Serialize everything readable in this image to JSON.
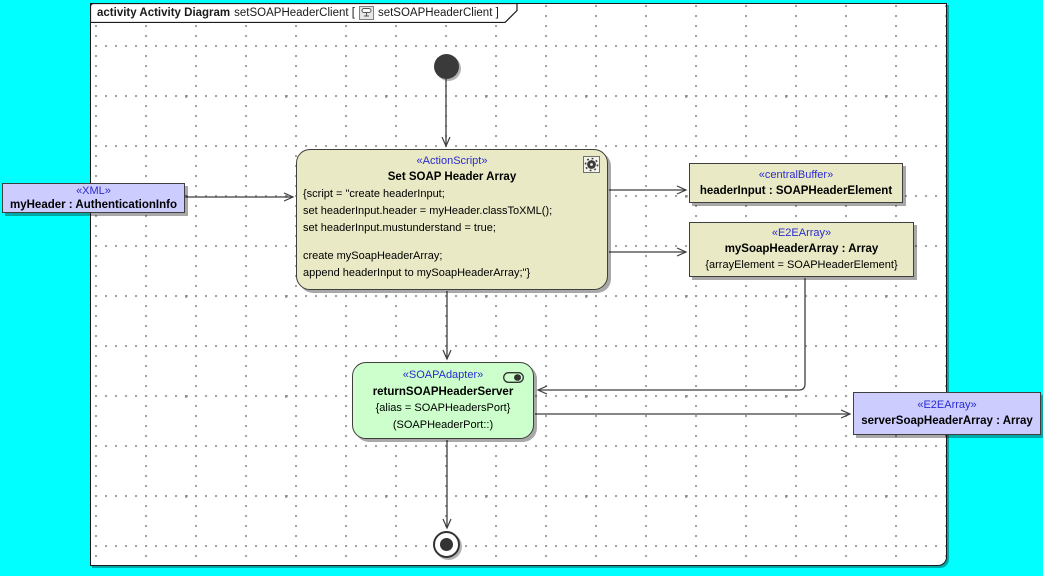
{
  "colors": {
    "canvas": "#00ffff",
    "frame_background": "#ffffff",
    "stereotype_text": "#2b2bcf",
    "action_fill": "#e9e9c6",
    "buffer_fill": "#e9e9c6",
    "object_fill": "#ccccff",
    "adapter_fill": "#ccffcc",
    "edge_stroke": "#3f3f3f"
  },
  "frame": {
    "keyword": "activity Activity Diagram",
    "name_prefix": "setSOAPHeaderClient [",
    "name_suffix": "setSOAPHeaderClient ]",
    "icon": "activity-diagram-icon"
  },
  "nodes": {
    "myHeader": {
      "stereotype": "«XML»",
      "name": "myHeader : AuthenticationInfo"
    },
    "action": {
      "stereotype": "«ActionScript»",
      "name": "Set SOAP Header Array",
      "icon": "gear-icon",
      "script_lines": [
        "{script = \"create headerInput;",
        "set headerInput.header = myHeader.classToXML();",
        "set headerInput.mustunderstand = true;",
        "",
        "create mySoapHeaderArray;",
        "append headerInput to mySoapHeaderArray;\"}"
      ]
    },
    "headerInput": {
      "stereotype": "«centralBuffer»",
      "name": "headerInput : SOAPHeaderElement"
    },
    "mySoapHeaderArray": {
      "stereotype": "«E2EArray»",
      "name": "mySoapHeaderArray : Array",
      "constraint": "{arrayElement = SOAPHeaderElement}"
    },
    "returnSOAPHeaderServer": {
      "stereotype": "«SOAPAdapter»",
      "name": "returnSOAPHeaderServer",
      "alias": "{alias = SOAPHeadersPort}",
      "port": "(SOAPHeaderPort::)",
      "icon": "toggle-icon"
    },
    "serverSoapHeaderArray": {
      "stereotype": "«E2EArray»",
      "name": "serverSoapHeaderArray : Array"
    }
  },
  "edges": [
    "initial-to-action",
    "myheader-to-action",
    "action-to-headerinput",
    "action-to-mysoapheaderarray",
    "mysoapheaderarray-to-returnserver",
    "action-to-returnserver",
    "returnserver-to-serverarray",
    "returnserver-to-final"
  ]
}
